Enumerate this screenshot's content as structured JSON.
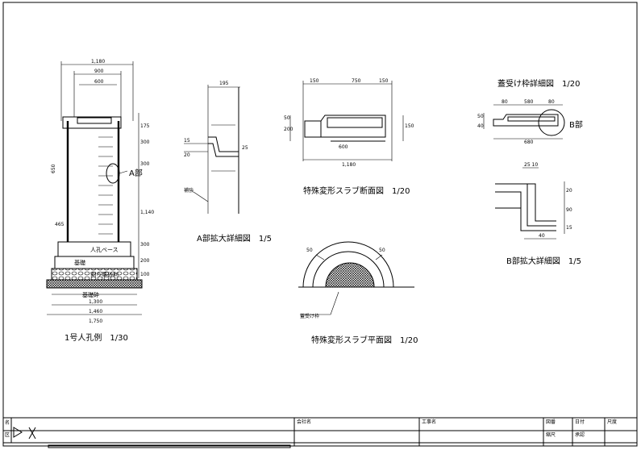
{
  "drawings": {
    "manhole_title": "1号人孔例　1/30",
    "detail_a_title": "A部拡大詳細図　1/5",
    "slab_section_title": "特殊変形スラブ断面図　1/20",
    "slab_plan_title": "特殊変形スラブ平面図　1/20",
    "cover_frame_title": "蓋受け枠詳細図　1/20",
    "detail_b_title": "B部拡大詳細図　1/5",
    "label_a": "A部",
    "label_b": "B部",
    "label_base": "人孔ベース",
    "label_concrete": "基礎",
    "label_gravel": "割り栗砂利",
    "label_foundation": "基礎砕"
  },
  "title_block": {
    "cell_1": "名",
    "cell_2": "区",
    "cell_3": "会社名",
    "cell_4": "工事名",
    "cell_5": "図番",
    "cell_6": "日付",
    "cell_7": "縮尺",
    "cell_8": "承認",
    "cell_9": "尺度"
  }
}
